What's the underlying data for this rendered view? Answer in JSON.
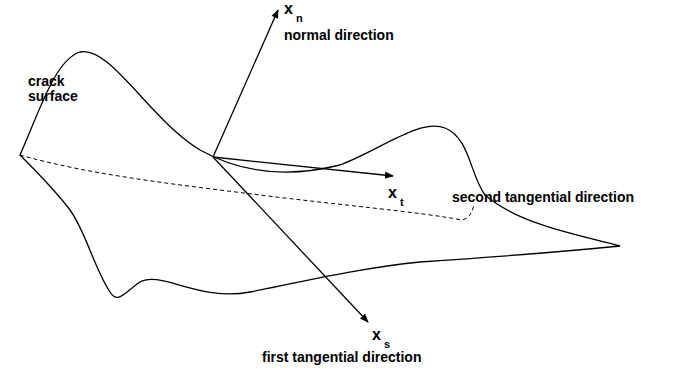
{
  "diagram": {
    "labels": [
      "crack surface",
      "x",
      "n",
      "normal direction",
      "x",
      "t",
      "second tangential direction",
      "x",
      "s",
      "first tangential direction"
    ]
  }
}
